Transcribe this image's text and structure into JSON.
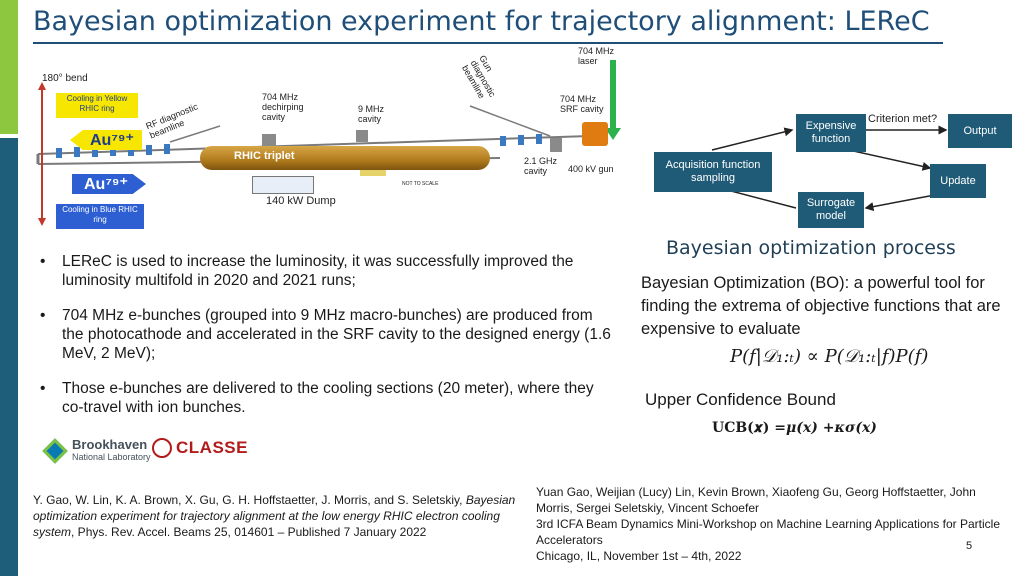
{
  "title": "Bayesian optimization experiment for trajectory alignment: LEReC",
  "diagram": {
    "bend_180": "180° bend",
    "cooling_yellow": "Cooling in Yellow RHIC ring",
    "cooling_blue": "Cooling in Blue RHIC ring",
    "au_yellow": "Au⁷⁹⁺",
    "au_blue": "Au⁷⁹⁺",
    "rf_diagnostic": "RF diagnostic beamline",
    "dechirping": "704 MHz dechirping cavity",
    "cavity_9mhz": "9 MHz cavity",
    "gun_diag": "Gun diagnostic beamline",
    "laser_704": "704 MHz laser",
    "srf_704": "704 MHz SRF cavity",
    "rhic_triplet": "RHIC triplet",
    "cavity_21": "2.1 GHz cavity",
    "gun_400kv": "400 kV gun",
    "dump_140": "140 kW Dump",
    "not_to_scale": "NOT TO SCALE"
  },
  "flowchart": {
    "expensive": "Expensive function",
    "criterion": "Criterion met?",
    "output": "Output",
    "acquisition": "Acquisition function sampling",
    "update": "Update",
    "surrogate": "Surrogate model",
    "caption": "Bayesian optimization process"
  },
  "bullets": [
    "LEReC is used to increase the luminosity, it was successfully improved the luminosity multifold in 2020 and 2021 runs;",
    "704 MHz e-bunches (grouped into 9 MHz macro-bunches) are produced from the photocathode and accelerated in the SRF cavity to the designed energy (1.6 MeV, 2 MeV);",
    "Those e-bunches are delivered to the cooling sections (20 meter), where they co-travel with ion bunches."
  ],
  "bo_text": "Bayesian Optimization (BO): a powerful tool for finding the extrema of objective functions that are expensive to evaluate",
  "bo_equation": "P(f|𝒟₁:ₜ) ∝ P(𝒟₁:ₜ|f)P(f)",
  "ucb_title": "Upper Confidence Bound",
  "ucb_equation": {
    "lhs": "UCB(𝒙) =",
    "mu": "𝝁(𝒙)",
    "plus": " +",
    "ks": "𝜿𝝈(𝒙)"
  },
  "logos": {
    "bnl_name": "Brookhaven",
    "bnl_sub": "National Laboratory",
    "classe": "CLASSE"
  },
  "ref_left": {
    "authors": "Y. Gao, W. Lin, K. A. Brown, X. Gu, G. H. Hoffstaetter, J. Morris, and S. Seletskiy,",
    "paper_title": "Bayesian optimization experiment for trajectory alignment at the low energy RHIC electron cooling system",
    "journal": ", Phys. Rev. Accel. Beams 25, 014601 – Published 7 January 2022"
  },
  "ref_right": [
    "Yuan Gao, Weijian (Lucy) Lin, Kevin Brown, Xiaofeng Gu, Georg Hoffstaetter, John Morris, Sergei Seletskiy, Vincent Schoefer",
    "3rd ICFA Beam Dynamics Mini-Workshop on Machine Learning Applications for Particle Accelerators",
    "Chicago, IL, November 1st – 4th, 2022"
  ],
  "page_number": "5",
  "colors": {
    "title": "#1f4e79",
    "flow_box": "#1f5b77",
    "accent_green": "#8dc63f",
    "accent_blue": "#1f5e7a"
  }
}
